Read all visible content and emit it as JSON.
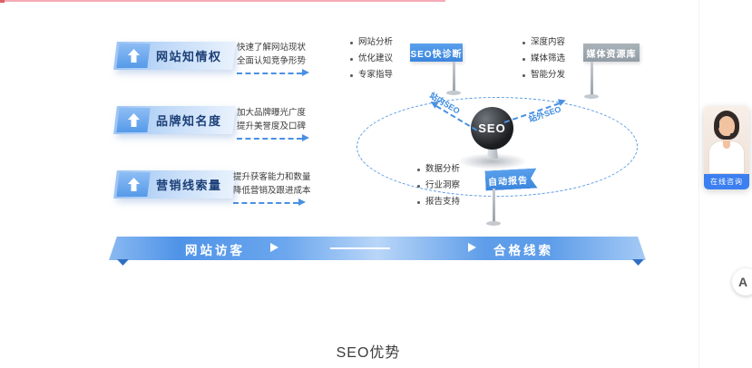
{
  "section_title": "SEO优势",
  "benefits": [
    {
      "title": "网站知情权",
      "line1": "快速了解网站现状",
      "line2": "全面认知竞争形势"
    },
    {
      "title": "品牌知名度",
      "line1": "加大品牌曝光广度",
      "line2": "提升美誉度及口碑"
    },
    {
      "title": "营销线索量",
      "line1": "提升获客能力和数量",
      "line2": "降低营销及跟进成本"
    }
  ],
  "diagram": {
    "center": "SEO",
    "onsite_label": "站内SEO",
    "offsite_label": "站外SEO",
    "flag_diagnosis": {
      "label": "SEO快诊断",
      "items": [
        "网站分析",
        "优化建议",
        "专家指导"
      ]
    },
    "flag_media": {
      "label": "媒体资源库",
      "items": [
        "深度内容",
        "媒体筛选",
        "智能分发"
      ]
    },
    "flag_report": {
      "label": "自动报告",
      "items": [
        "数据分析",
        "行业洞察",
        "报告支持"
      ]
    }
  },
  "funnel": {
    "start": "网站访客",
    "end": "合格线索"
  },
  "widget": {
    "button": "在线咨询",
    "float_label": "A"
  },
  "colors": {
    "primary_blue": "#4a90e2",
    "flag_gray": "#99a3ab",
    "banner_text": "#1c3f77",
    "ribbon_blue": "#5b9ce9",
    "top_bar_pink": "#f5abb5",
    "consult_button_blue": "#3b7ff0"
  }
}
